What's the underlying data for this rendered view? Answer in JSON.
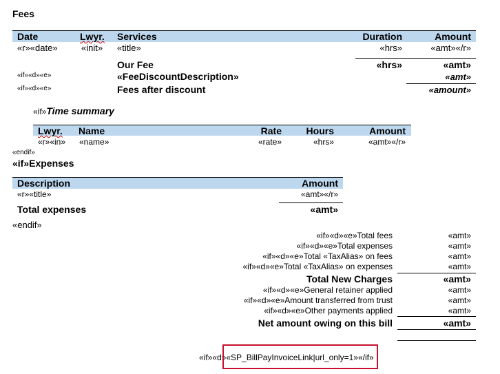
{
  "fees": {
    "heading": "Fees",
    "columns": {
      "date": "Date",
      "lwyr": "Lwyr.",
      "services": "Services",
      "duration": "Duration",
      "amount": "Amount"
    },
    "row": {
      "date": "«r»«date»",
      "init": "«init»",
      "title": "«title»",
      "hrs": "«hrs»",
      "amt": "«amt»«/r»"
    },
    "our_fee": {
      "label": "Our Fee",
      "hrs": "«hrs»",
      "amt": "«amt»"
    },
    "discount": {
      "tag": "«if»«d»«e»",
      "label": "«FeeDiscountDescription»",
      "amt": "«amt»"
    },
    "after_discount": {
      "tag": "«if»«d»«e»",
      "label": "Fees after discount",
      "amt": "«amount»"
    }
  },
  "time_summary": {
    "tag": "«if»",
    "heading": "Time summary",
    "columns": {
      "lwyr": "Lwyr.",
      "name": "Name",
      "rate": "Rate",
      "hours": "Hours",
      "amount": "Amount"
    },
    "row": {
      "lwyr": "«r»«in»",
      "name": "«name»",
      "rate": "«rate»",
      "hrs": "«hrs»",
      "amt": "«amt»«/r»"
    },
    "endif": "«endif»"
  },
  "expenses": {
    "heading": "«if»Expenses",
    "columns": {
      "description": "Description",
      "amount": "Amount"
    },
    "row": {
      "title": "«r»«title»",
      "amt": "«amt»«/r»"
    },
    "total_label": "Total expenses",
    "total_amt": "«amt»",
    "endif": "«endif»"
  },
  "summary": {
    "lines": [
      {
        "label": "«if»«d»«e»Total fees",
        "amt": "«amt»"
      },
      {
        "label": "«if»«d»«e»Total expenses",
        "amt": "«amt»"
      },
      {
        "label": "«if»«d»«e»Total «TaxAlias» on fees",
        "amt": "«amt»"
      },
      {
        "label": "«if»«d»«e»Total «TaxAlias» on expenses",
        "amt": "«amt»"
      },
      {
        "label": "Total New Charges",
        "amt": "«amt»"
      },
      {
        "label": "«if»«d»«e»General retainer applied",
        "amt": "«amt»"
      },
      {
        "label": "«if»«d»«e»Amount transferred from trust",
        "amt": "«amt»"
      },
      {
        "label": "«if»«d»«e»Other payments applied",
        "amt": "«amt»"
      },
      {
        "label": "Net amount owing on this bill",
        "amt": "«amt»"
      }
    ]
  },
  "footer": {
    "prefix": "«if»«d»",
    "field": "«SP_BillPayInvoiceLink|url_only=1»",
    "suffix": "«/if»"
  }
}
